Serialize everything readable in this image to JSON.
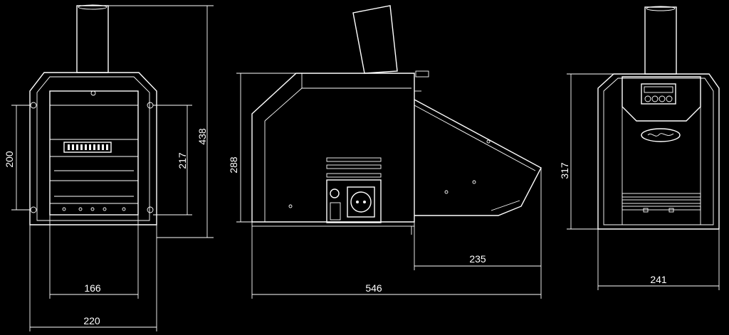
{
  "drawing": {
    "colors": {
      "background": "#000000",
      "lines": "#ffffff"
    },
    "front_view": {
      "height_dimension": "438",
      "mount_height_dimension": "200",
      "inner_height_dimension": "217",
      "inner_width_dimension": "166",
      "outer_width_dimension": "220"
    },
    "side_view": {
      "height_dimension": "288",
      "depth_dimension": "546",
      "tube_length_dimension": "235"
    },
    "rear_view": {
      "height_dimension": "317",
      "width_dimension": "241"
    }
  }
}
